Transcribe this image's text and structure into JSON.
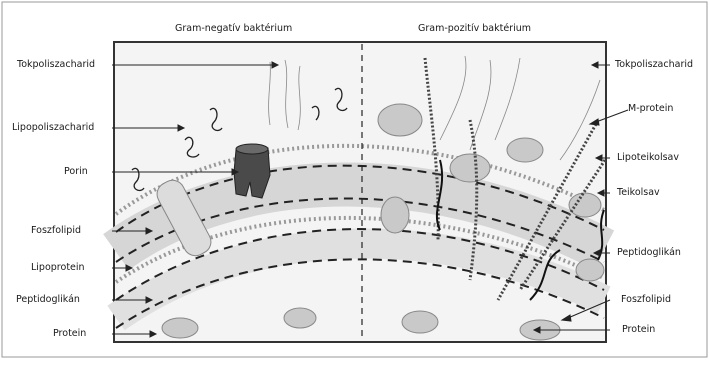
{
  "titles": {
    "gram_negative": "Gram-negatív baktérium",
    "gram_positive": "Gram-pozitív baktérium"
  },
  "left_labels": [
    "Tokpoliszacharid",
    "Lipopoliszacharid",
    "Porin",
    "Foszfolipid",
    "Lipoprotein",
    "Peptidoglikán",
    "Protein"
  ],
  "right_labels": [
    "Tokpoliszacharid",
    "M-protein",
    "Lipoteikolsav",
    "Teikolsav",
    "Peptidoglikán",
    "Foszfolipid",
    "Protein"
  ],
  "colors": {
    "ink": "#1a1a1a",
    "panel_bg": "#f2f2f2",
    "membrane_fill": "#d9d9d9",
    "blob_fill": "#c8c8c8",
    "porin_fill": "#4a4a4a"
  }
}
